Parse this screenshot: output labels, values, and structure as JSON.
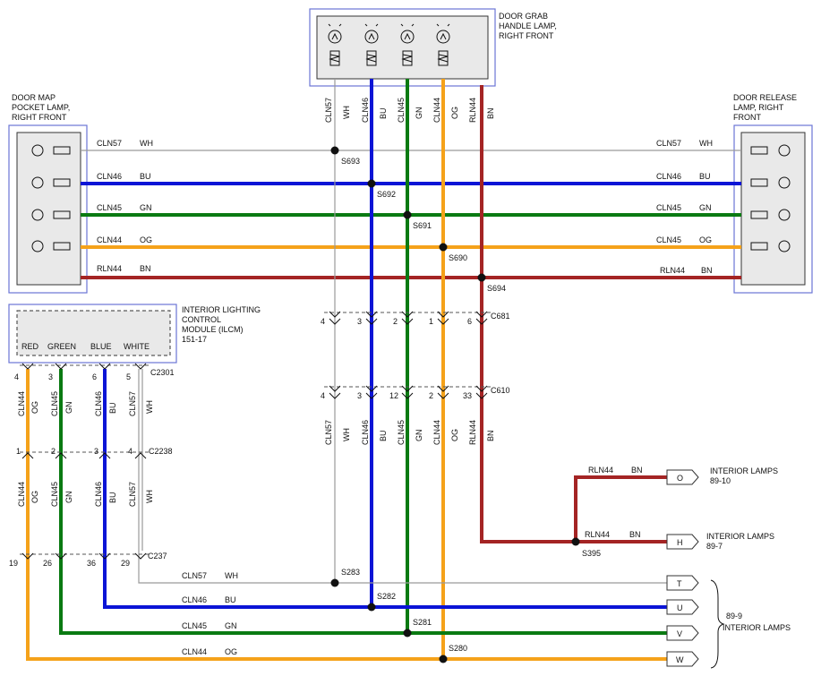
{
  "components": {
    "grab_lamp": [
      "DOOR GRAB",
      "HANDLE LAMP,",
      "RIGHT FRONT"
    ],
    "map_lamp": [
      "DOOR MAP",
      "POCKET LAMP,",
      "RIGHT FRONT"
    ],
    "release_lamp": [
      "DOOR RELEASE",
      "LAMP, RIGHT",
      "FRONT"
    ],
    "ilcm": [
      "INTERIOR LIGHTING",
      "CONTROL",
      "MODULE (ILCM)",
      "151-17"
    ],
    "ilcm_pins": [
      "RED",
      "GREEN",
      "BLUE",
      "WHITE"
    ]
  },
  "left_wires": [
    {
      "circuit": "CLN57",
      "color": "WH"
    },
    {
      "circuit": "CLN46",
      "color": "BU"
    },
    {
      "circuit": "CLN45",
      "color": "GN"
    },
    {
      "circuit": "CLN44",
      "color": "OG"
    },
    {
      "circuit": "RLN44",
      "color": "BN"
    }
  ],
  "right_wires": [
    {
      "circuit": "CLN57",
      "color": "WH"
    },
    {
      "circuit": "CLN46",
      "color": "BU"
    },
    {
      "circuit": "CLN45",
      "color": "GN"
    },
    {
      "circuit": "CLN45",
      "color": "OG"
    },
    {
      "circuit": "RLN44",
      "color": "BN"
    }
  ],
  "top_wires": [
    {
      "circuit": "CLN57",
      "color": "WH"
    },
    {
      "circuit": "CLN46",
      "color": "BU"
    },
    {
      "circuit": "CLN45",
      "color": "GN"
    },
    {
      "circuit": "CLN44",
      "color": "OG"
    },
    {
      "circuit": "RLN44",
      "color": "BN"
    }
  ],
  "mid_wires": [
    {
      "circuit": "CLN57",
      "color": "WH"
    },
    {
      "circuit": "CLN46",
      "color": "BU"
    },
    {
      "circuit": "CLN45",
      "color": "GN"
    },
    {
      "circuit": "CLN44",
      "color": "OG"
    },
    {
      "circuit": "RLN44",
      "color": "BN"
    }
  ],
  "splices": {
    "s693": "S693",
    "s692": "S692",
    "s691": "S691",
    "s690": "S690",
    "s694": "S694",
    "s283": "S283",
    "s282": "S282",
    "s281": "S281",
    "s280": "S280",
    "s395": "S395"
  },
  "connectors": {
    "c681": {
      "name": "C681",
      "pins": [
        "4",
        "3",
        "2",
        "1",
        "6"
      ]
    },
    "c610": {
      "name": "C610",
      "pins": [
        "4",
        "3",
        "12",
        "2",
        "33"
      ]
    },
    "c2301": {
      "name": "C2301",
      "pins": [
        "4",
        "3",
        "6",
        "5"
      ]
    },
    "c2238": {
      "name": "C2238",
      "pins": [
        "1",
        "2",
        "3",
        "4"
      ]
    },
    "c237": {
      "name": "C237",
      "pins": [
        "19",
        "26",
        "36",
        "29"
      ]
    }
  },
  "ilcm_wires_a": [
    {
      "circuit": "CLN44",
      "color": "OG"
    },
    {
      "circuit": "CLN45",
      "color": "GN"
    },
    {
      "circuit": "CLN46",
      "color": "BU"
    },
    {
      "circuit": "CLN57",
      "color": "WH"
    }
  ],
  "ilcm_wires_b": [
    {
      "circuit": "CLN44",
      "color": "OG"
    },
    {
      "circuit": "CLN45",
      "color": "GN"
    },
    {
      "circuit": "CLN46",
      "color": "BU"
    },
    {
      "circuit": "CLN57",
      "color": "WH"
    }
  ],
  "bottom_wires": [
    {
      "circuit": "CLN57",
      "color": "WH",
      "terminal": "T"
    },
    {
      "circuit": "CLN46",
      "color": "BU",
      "terminal": "U"
    },
    {
      "circuit": "CLN45",
      "color": "GN",
      "terminal": "V"
    },
    {
      "circuit": "CLN44",
      "color": "OG",
      "terminal": "W"
    }
  ],
  "rln_wires": [
    {
      "circuit": "RLN44",
      "color": "BN",
      "terminal": "O"
    },
    {
      "circuit": "RLN44",
      "color": "BN",
      "terminal": "H"
    }
  ],
  "refs": {
    "r_o": [
      "INTERIOR LAMPS",
      "89-10"
    ],
    "r_h": [
      "INTERIOR LAMPS",
      "89-7"
    ],
    "r_group": [
      "89-9",
      "INTERIOR LAMPS"
    ]
  },
  "wire_colors": {
    "WH": "#9a9a9a",
    "BU": "#0b14d6",
    "GN": "#0a7a12",
    "OG": "#f5a21a",
    "BN": "#a42424"
  }
}
